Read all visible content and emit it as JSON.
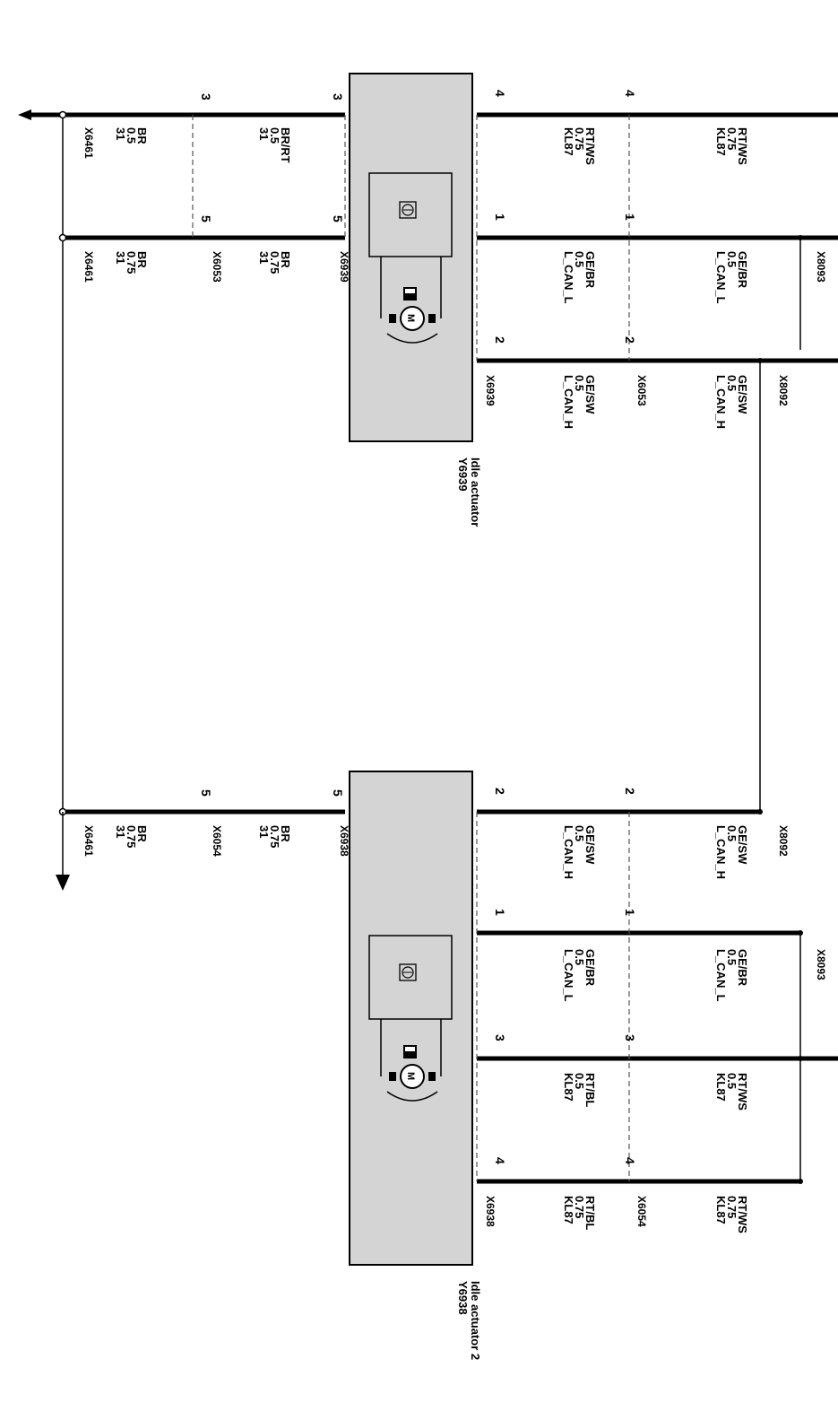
{
  "connectors": {
    "x6461": "X6461",
    "x6053": "X6053",
    "x6939": "X6939",
    "x6054": "X6054",
    "x6938": "X6938",
    "x8092": "X8092",
    "x8093": "X8093"
  },
  "components": {
    "y6939": {
      "id": "Y6939",
      "name": "Idle actuator"
    },
    "y6938": {
      "id": "Y6938",
      "name": "Idle actuator 2"
    }
  },
  "pins": {
    "p1": "1",
    "p2": "2",
    "p3": "3",
    "p4": "4",
    "p5": "5"
  },
  "wire_labels": {
    "w31_05_br": [
      "31",
      "0.5",
      "BR"
    ],
    "w31_075_br": [
      "31",
      "0.75",
      "BR"
    ],
    "w31_05_brrt": [
      "31",
      "0.5",
      "BR/RT"
    ],
    "w_kl87_075_rtws": [
      "KL87",
      "0.75",
      "RT/WS"
    ],
    "w_kl87_05_rtws": [
      "KL87",
      "0.5",
      "RT/WS"
    ],
    "w_kl87_05_rtbl": [
      "KL87",
      "0.5",
      "RT/BL"
    ],
    "w_kl87_075_rtbl": [
      "KL87",
      "0.75",
      "RT/BL"
    ],
    "w_canl": [
      "L_CAN_L",
      "0.5",
      "GE/BR"
    ],
    "w_canh": [
      "L_CAN_H",
      "0.5",
      "GE/SW"
    ]
  },
  "icons": [
    "motor-icon",
    "transistor-icon",
    "rotation-arrow-icon",
    "ground-arrow-icon"
  ]
}
